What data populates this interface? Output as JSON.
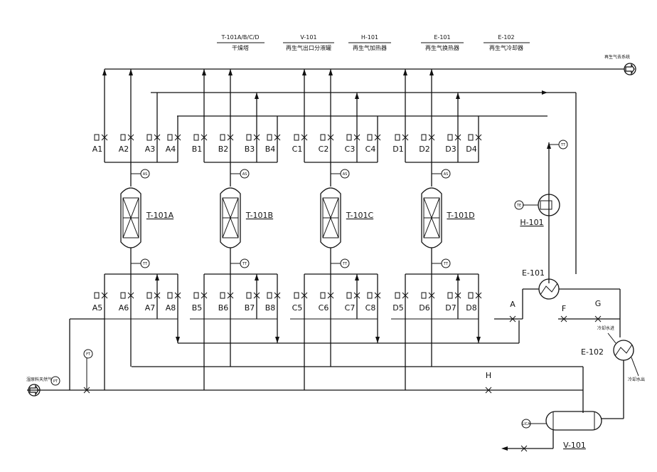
{
  "headers": [
    {
      "code": "T-101A/B/C/D",
      "name": "干燥塔"
    },
    {
      "code": "V-101",
      "name": "再生气出口分液罐"
    },
    {
      "code": "H-101",
      "name": "再生气加热器"
    },
    {
      "code": "E-101",
      "name": "再生气换热器"
    },
    {
      "code": "E-102",
      "name": "再生气冷却器"
    }
  ],
  "top_right_label": "再生气去系统",
  "inlet_label": "湿原料天然气",
  "towers": [
    {
      "tag": "T-101A",
      "top_valves": [
        "A1",
        "A2",
        "A3",
        "A4"
      ],
      "bottom_valves": [
        "A5",
        "A6",
        "A7",
        "A8"
      ],
      "top_instrument": "AS",
      "bottom_instrument": "TT"
    },
    {
      "tag": "T-101B",
      "top_valves": [
        "B1",
        "B2",
        "B3",
        "B4"
      ],
      "bottom_valves": [
        "B5",
        "B6",
        "B7",
        "B8"
      ],
      "top_instrument": "AS",
      "bottom_instrument": "TT"
    },
    {
      "tag": "T-101C",
      "top_valves": [
        "C1",
        "C2",
        "C3",
        "C4"
      ],
      "bottom_valves": [
        "C5",
        "C6",
        "C7",
        "C8"
      ],
      "top_instrument": "AS",
      "bottom_instrument": "TT"
    },
    {
      "tag": "T-101D",
      "top_valves": [
        "D1",
        "D2",
        "D3",
        "D4"
      ],
      "bottom_valves": [
        "D5",
        "D6",
        "D7",
        "D8"
      ],
      "top_instrument": "AS",
      "bottom_instrument": "TT"
    }
  ],
  "equipment": {
    "heater": "H-101",
    "exchanger": "E-101",
    "cooler": "E-102",
    "separator": "V-101"
  },
  "cooler_labels": {
    "in": "冷却水进",
    "out": "冷却水出"
  },
  "line_valves": [
    "F",
    "G",
    "H",
    "A"
  ],
  "instruments": {
    "heater_tt": "TT",
    "heater_in": "TE",
    "inlet_pt": "PT",
    "inlet_fe": "FT",
    "sep_level": "LICA"
  }
}
